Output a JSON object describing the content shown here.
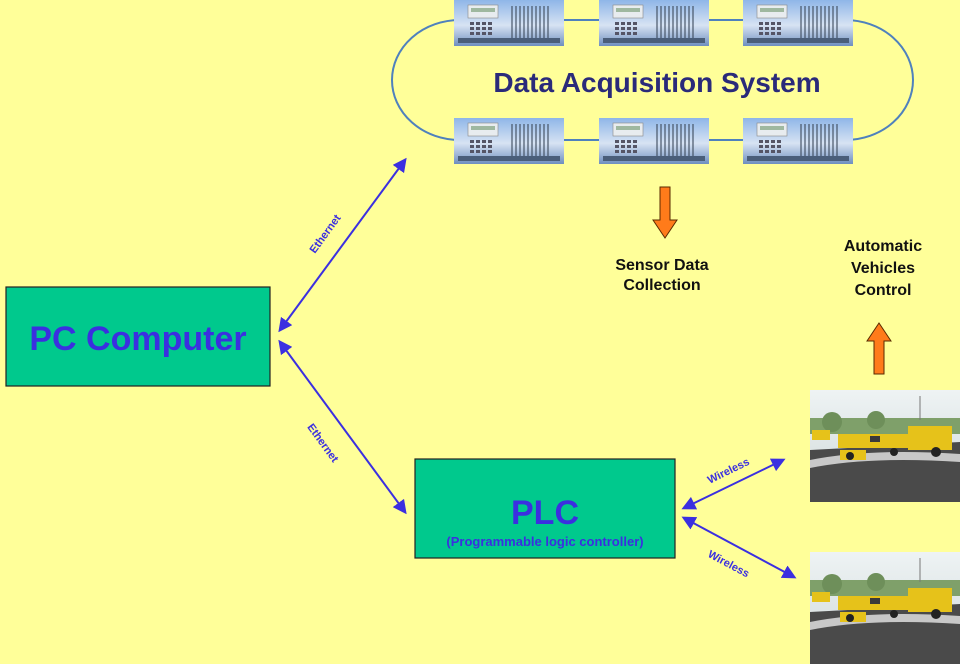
{
  "colors": {
    "background": "#ffff99",
    "box_fill": "#00c98d",
    "title_blue": "#3b2fe0",
    "das_title": "#2a2a7a",
    "connector_line": "#4f81bd",
    "arrow_blue": "#3b2fe0",
    "arrow_orange": "#ff7b1a"
  },
  "das": {
    "title": "Data Acquisition System",
    "device_icon": "data-logger-device-icon"
  },
  "pc": {
    "title": "PC Computer"
  },
  "plc": {
    "title": "PLC",
    "subtitle": "(Programmable logic controller)"
  },
  "links": {
    "ethernet_upper": "Ethernet",
    "ethernet_lower": "Ethernet",
    "wireless_upper": "Wireless",
    "wireless_lower": "Wireless"
  },
  "sensor": {
    "lines": [
      "Sensor Data",
      "Collection"
    ]
  },
  "vehicle_control": {
    "lines": [
      "Automatic",
      "Vehicles",
      "Control"
    ]
  },
  "vehicle_photo": {
    "icon": "automated-vehicle-photo-icon"
  }
}
